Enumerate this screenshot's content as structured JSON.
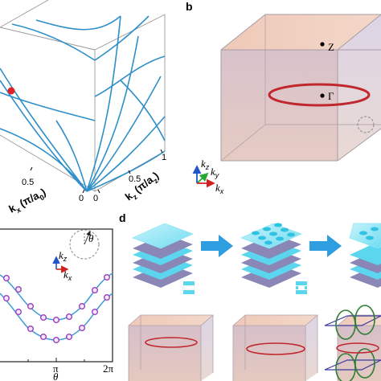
{
  "panels": {
    "b": {
      "letter": "b",
      "point_z": "Z",
      "point_gamma": "Γ",
      "axis_kz": "k",
      "axis_kz_sub": "z",
      "axis_ky": "k",
      "axis_ky_sub": "y",
      "axis_kx": "k",
      "axis_kx_sub": "x"
    },
    "d": {
      "letter": "d"
    }
  },
  "panel_a": {
    "tick_left_0": "0",
    "tick_left_05": "0.5",
    "xlabel": "k",
    "xlabel_sub": "x",
    "xlabel_unit": "(π/a",
    "xlabel_unit_sub": "0",
    "xlabel_close": ")",
    "tick_right_0": "0",
    "tick_right_05": "0.5",
    "tick_right_1": "1",
    "zlabel": "k",
    "zlabel_sub": "z",
    "zlabel_unit": "(π/a",
    "zlabel_unit_sub": "z",
    "zlabel_close": ")"
  },
  "panel_c": {
    "x_tick_pi": "π",
    "x_tick_2pi": "2π",
    "xlabel": "θ",
    "inset_theta": "θ",
    "inset_kz": "k",
    "inset_kz_sub": "z",
    "inset_kx": "k",
    "inset_kx_sub": "x"
  },
  "colors": {
    "blue_line": "#2e8fc9",
    "red_ring": "#c0282e",
    "cube_left": "#d9c2c6",
    "cube_right": "#e3dbe6",
    "cube_top": "#f0cfc0",
    "cyan_block": "#5bd6ee",
    "arrow": "#2f9ee0",
    "marker": "#a050c0"
  }
}
